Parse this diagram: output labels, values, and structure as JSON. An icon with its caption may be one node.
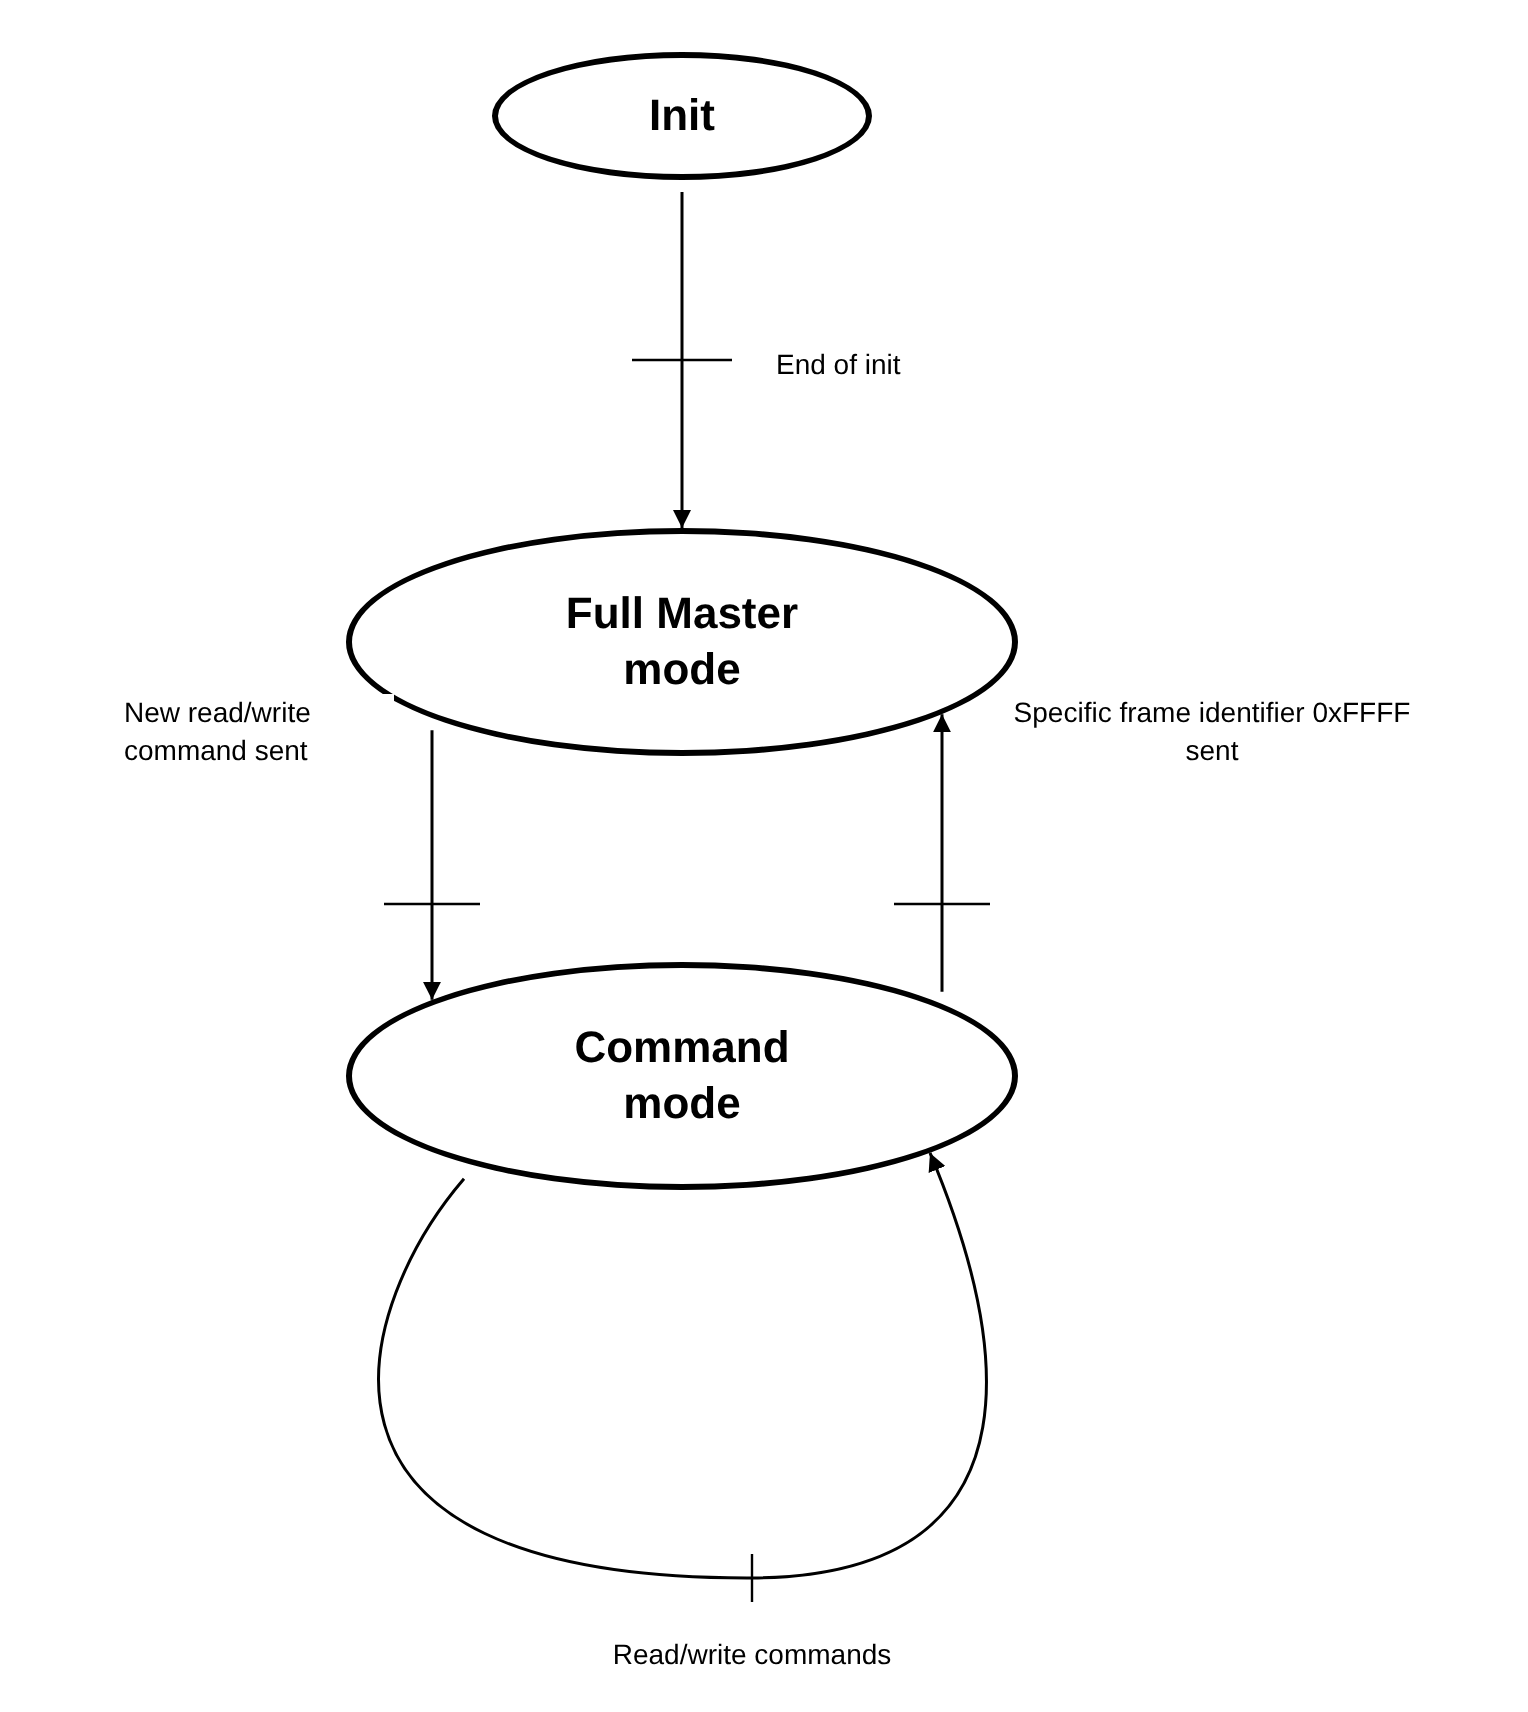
{
  "diagram": {
    "nodes": [
      {
        "text": [
          "Init"
        ]
      },
      {
        "text": [
          "Full Master mode"
        ]
      },
      {
        "text": [
          "Command mode"
        ]
      }
    ],
    "edges": [
      {
        "from": 0,
        "to": 1,
        "arrow": "to",
        "label": "End of init"
      },
      {
        "from": 1,
        "to": 2,
        "arrow": "to",
        "label": "New read/write command sent"
      },
      {
        "from": 2,
        "to": 1,
        "arrow": "to",
        "label": "Specific frame identifier 0xFFFF sent"
      },
      {
        "from": 2,
        "to": 2,
        "arrow": "to",
        "label": "Read/write commands"
      }
    ]
  }
}
